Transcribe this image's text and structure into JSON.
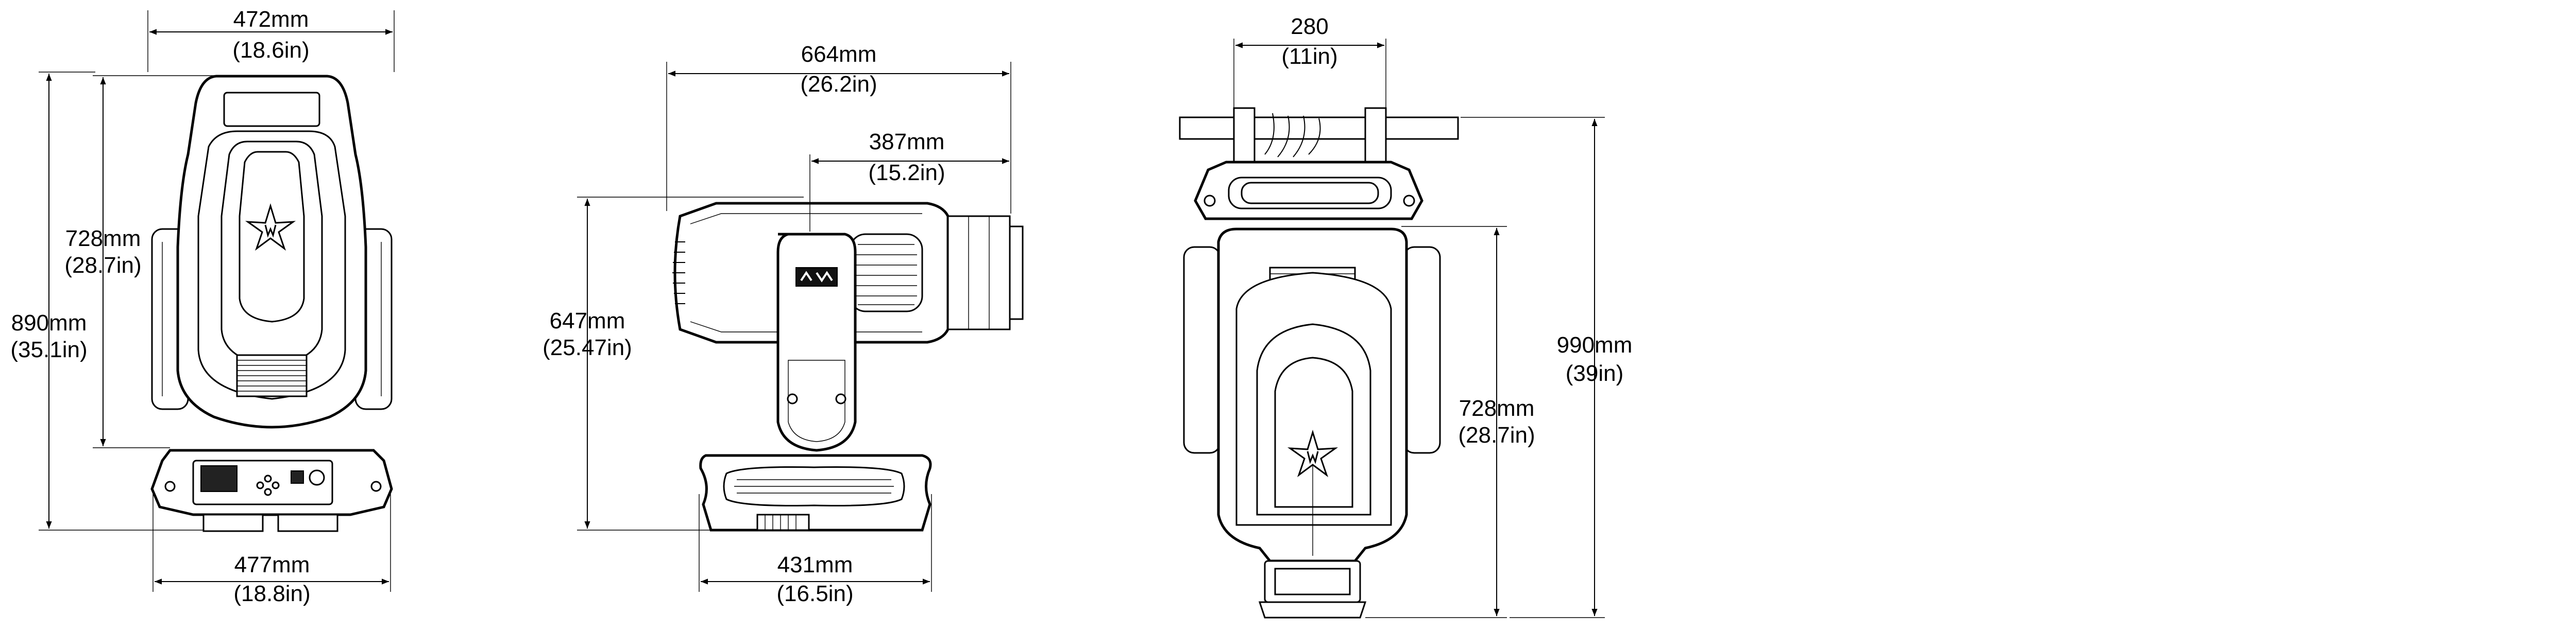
{
  "views": {
    "front": {
      "width_top": {
        "value": "472mm",
        "imperial": "(18.6in)"
      },
      "height_head": {
        "value": "728mm",
        "imperial": "(28.7in)"
      },
      "height_total": {
        "value": "890mm",
        "imperial": "(35.1in)"
      },
      "width_base": {
        "value": "477mm",
        "imperial": "(18.8in)"
      }
    },
    "side": {
      "length_total": {
        "value": "664mm",
        "imperial": "(26.2in)"
      },
      "length_front": {
        "value": "387mm",
        "imperial": "(15.2in)"
      },
      "height_tilt": {
        "value": "647mm",
        "imperial": "(25.47in)"
      },
      "depth_base": {
        "value": "431mm",
        "imperial": "(16.5in)"
      }
    },
    "hanging": {
      "clamp_spacing": {
        "value": "280",
        "imperial": "(11in)"
      },
      "height_total": {
        "value": "990mm",
        "imperial": "(39in)"
      },
      "height_head": {
        "value": "728mm",
        "imperial": "(28.7in)"
      }
    }
  },
  "colors": {
    "line": "#000000",
    "background": "#ffffff"
  },
  "icons": [
    "star-logo-icon",
    "brand-badge-icon"
  ]
}
